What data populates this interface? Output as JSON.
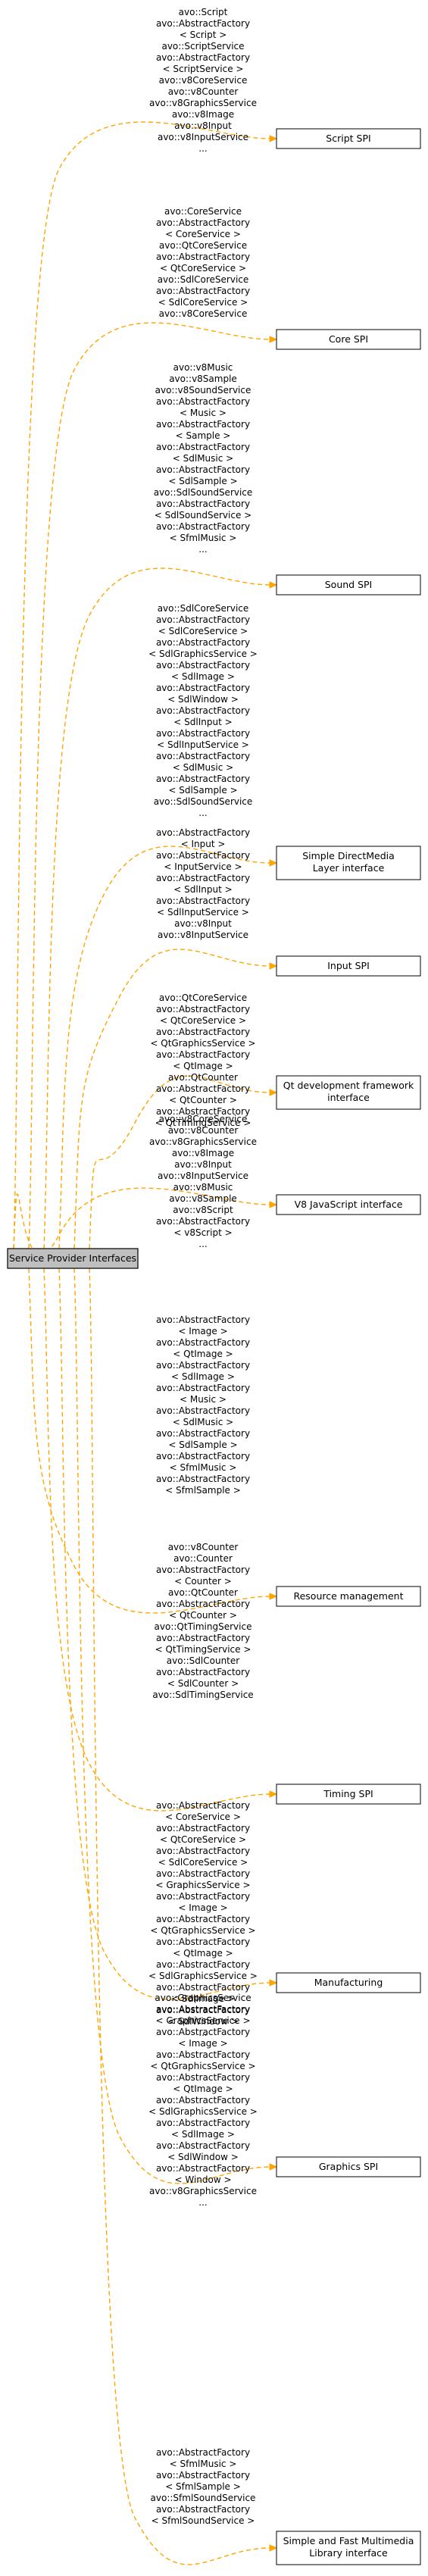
{
  "root": {
    "id": "root",
    "label": "Service Provider Interfaces"
  },
  "nodes": [
    {
      "id": "script_spi",
      "label": [
        "Script SPI"
      ]
    },
    {
      "id": "core_spi",
      "label": [
        "Core SPI"
      ]
    },
    {
      "id": "sound_spi",
      "label": [
        "Sound SPI"
      ]
    },
    {
      "id": "sdl",
      "label": [
        "Simple DirectMedia",
        "Layer interface"
      ]
    },
    {
      "id": "input_spi",
      "label": [
        "Input SPI"
      ]
    },
    {
      "id": "qt",
      "label": [
        "Qt development framework",
        "interface"
      ]
    },
    {
      "id": "v8",
      "label": [
        "V8 JavaScript interface"
      ]
    },
    {
      "id": "resource",
      "label": [
        "Resource management"
      ]
    },
    {
      "id": "timing",
      "label": [
        "Timing SPI"
      ]
    },
    {
      "id": "manufacturing",
      "label": [
        "Manufacturing"
      ]
    },
    {
      "id": "graphics",
      "label": [
        "Graphics SPI"
      ]
    },
    {
      "id": "sfml",
      "label": [
        "Simple and Fast Multimedia",
        "Library interface"
      ]
    }
  ],
  "edges": [
    {
      "to": "script_spi",
      "label": [
        "avo::Script",
        "avo::AbstractFactory",
        "< Script >",
        "avo::ScriptService",
        "avo::AbstractFactory",
        "< ScriptService >",
        "avo::v8CoreService",
        "avo::v8Counter",
        "avo::v8GraphicsService",
        "avo::v8Image",
        "avo::v8Input",
        "avo::v8InputService",
        "..."
      ]
    },
    {
      "to": "core_spi",
      "label": [
        "avo::CoreService",
        "avo::AbstractFactory",
        "< CoreService >",
        "avo::QtCoreService",
        "avo::AbstractFactory",
        "< QtCoreService >",
        "avo::SdlCoreService",
        "avo::AbstractFactory",
        "< SdlCoreService >",
        "avo::v8CoreService"
      ]
    },
    {
      "to": "sound_spi",
      "label": [
        "avo::v8Music",
        "avo::v8Sample",
        "avo::v8SoundService",
        "avo::AbstractFactory",
        "< Music >",
        "avo::AbstractFactory",
        "< Sample >",
        "avo::AbstractFactory",
        "< SdlMusic >",
        "avo::AbstractFactory",
        "< SdlSample >",
        "avo::SdlSoundService",
        "avo::AbstractFactory",
        "< SdlSoundService >",
        "avo::AbstractFactory",
        "< SfmlMusic >",
        "..."
      ]
    },
    {
      "to": "sdl",
      "label": [
        "avo::SdlCoreService",
        "avo::AbstractFactory",
        "< SdlCoreService >",
        "avo::AbstractFactory",
        "< SdlGraphicsService >",
        "avo::AbstractFactory",
        "< SdlImage >",
        "avo::AbstractFactory",
        "< SdlWindow >",
        "avo::AbstractFactory",
        "< SdlInput >",
        "avo::AbstractFactory",
        "< SdlInputService >",
        "avo::AbstractFactory",
        "< SdlMusic >",
        "avo::AbstractFactory",
        "< SdlSample >",
        "avo::SdlSoundService",
        "..."
      ]
    },
    {
      "to": "input_spi",
      "label": [
        "avo::AbstractFactory",
        "< Input >",
        "avo::AbstractFactory",
        "< InputService >",
        "avo::AbstractFactory",
        "< SdlInput >",
        "avo::AbstractFactory",
        "< SdlInputService >",
        "avo::v8Input",
        "avo::v8InputService"
      ]
    },
    {
      "to": "qt",
      "label": [
        "avo::QtCoreService",
        "avo::AbstractFactory",
        "< QtCoreService >",
        "avo::AbstractFactory",
        "< QtGraphicsService >",
        "avo::AbstractFactory",
        "< QtImage >",
        "avo::QtCounter",
        "avo::AbstractFactory",
        "< QtCounter >",
        "avo::AbstractFactory",
        "< QtTimingService >"
      ]
    },
    {
      "to": "v8",
      "label": [
        "avo::v8CoreService",
        "avo::v8Counter",
        "avo::v8GraphicsService",
        "avo::v8Image",
        "avo::v8Input",
        "avo::v8InputService",
        "avo::v8Music",
        "avo::v8Sample",
        "avo::v8Script",
        "avo::AbstractFactory",
        "< v8Script >",
        "..."
      ]
    },
    {
      "to": "resource",
      "label": [
        "avo::AbstractFactory",
        "< Image >",
        "avo::AbstractFactory",
        "< QtImage >",
        "avo::AbstractFactory",
        "< SdlImage >",
        "avo::AbstractFactory",
        "< Music >",
        "avo::AbstractFactory",
        "< SdlMusic >",
        "avo::AbstractFactory",
        "< SdlSample >",
        "avo::AbstractFactory",
        "< SfmlMusic >",
        "avo::AbstractFactory",
        "< SfmlSample >"
      ]
    },
    {
      "to": "timing",
      "label": [
        "avo::v8Counter",
        "avo::Counter",
        "avo::AbstractFactory",
        "< Counter >",
        "avo::QtCounter",
        "avo::AbstractFactory",
        "< QtCounter >",
        "avo::QtTimingService",
        "avo::AbstractFactory",
        "< QtTimingService >",
        "avo::SdlCounter",
        "avo::AbstractFactory",
        "< SdlCounter >",
        "avo::SdlTimingService"
      ]
    },
    {
      "to": "manufacturing",
      "label": [
        "avo::AbstractFactory",
        "< CoreService >",
        "avo::AbstractFactory",
        "< QtCoreService >",
        "avo::AbstractFactory",
        "< SdlCoreService >",
        "avo::AbstractFactory",
        "< GraphicsService >",
        "avo::AbstractFactory",
        "< Image >",
        "avo::AbstractFactory",
        "< QtGraphicsService >",
        "avo::AbstractFactory",
        "< QtImage >",
        "avo::AbstractFactory",
        "< SdlGraphicsService >",
        "avo::AbstractFactory",
        "< SdlImage >",
        "avo::AbstractFactory",
        "< SdlWindow >",
        "..."
      ]
    },
    {
      "to": "graphics",
      "label": [
        "avo::GraphicsService",
        "avo::AbstractFactory",
        "< GraphicsService >",
        "avo::AbstractFactory",
        "< Image >",
        "avo::AbstractFactory",
        "< QtGraphicsService >",
        "avo::AbstractFactory",
        "< QtImage >",
        "avo::AbstractFactory",
        "< SdlGraphicsService >",
        "avo::AbstractFactory",
        "< SdlImage >",
        "avo::AbstractFactory",
        "< SdlWindow >",
        "avo::AbstractFactory",
        "< Window >",
        "avo::v8GraphicsService",
        "..."
      ]
    },
    {
      "to": "sfml",
      "label": [
        "avo::AbstractFactory",
        "< SfmlMusic >",
        "avo::AbstractFactory",
        "< SfmlSample >",
        "avo::SfmlSoundService",
        "avo::AbstractFactory",
        "< SfmlSoundService >"
      ]
    }
  ],
  "colors": {
    "edge": "#ffa500",
    "root_fill": "#bfbfbf",
    "node_fill": "#ffffff",
    "border": "#000000"
  }
}
